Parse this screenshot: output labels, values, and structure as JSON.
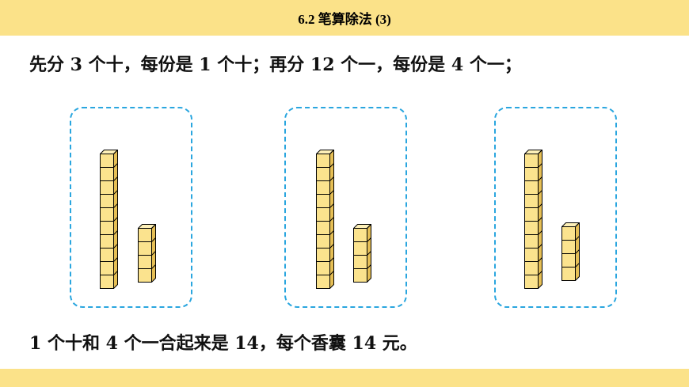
{
  "header": {
    "title": "6.2  笔算除法 (3)"
  },
  "sentence1": "先分 3 个十，每份是 1 个十；再分 12 个一，每份是 4 个一；",
  "sentence2": "1 个十和 4 个一合起来是 14，每个香囊 14 元。",
  "groups": [
    {
      "tens": 1,
      "ones": 4
    },
    {
      "tens": 1,
      "ones": 4
    },
    {
      "tens": 1,
      "ones": 4
    }
  ],
  "colors": {
    "header_bar": "#fbe289",
    "dashed_border": "#2aa6df",
    "cube_front": "#fbe38e",
    "cube_top": "#fdf0b8",
    "cube_side": "#e6bf55"
  }
}
